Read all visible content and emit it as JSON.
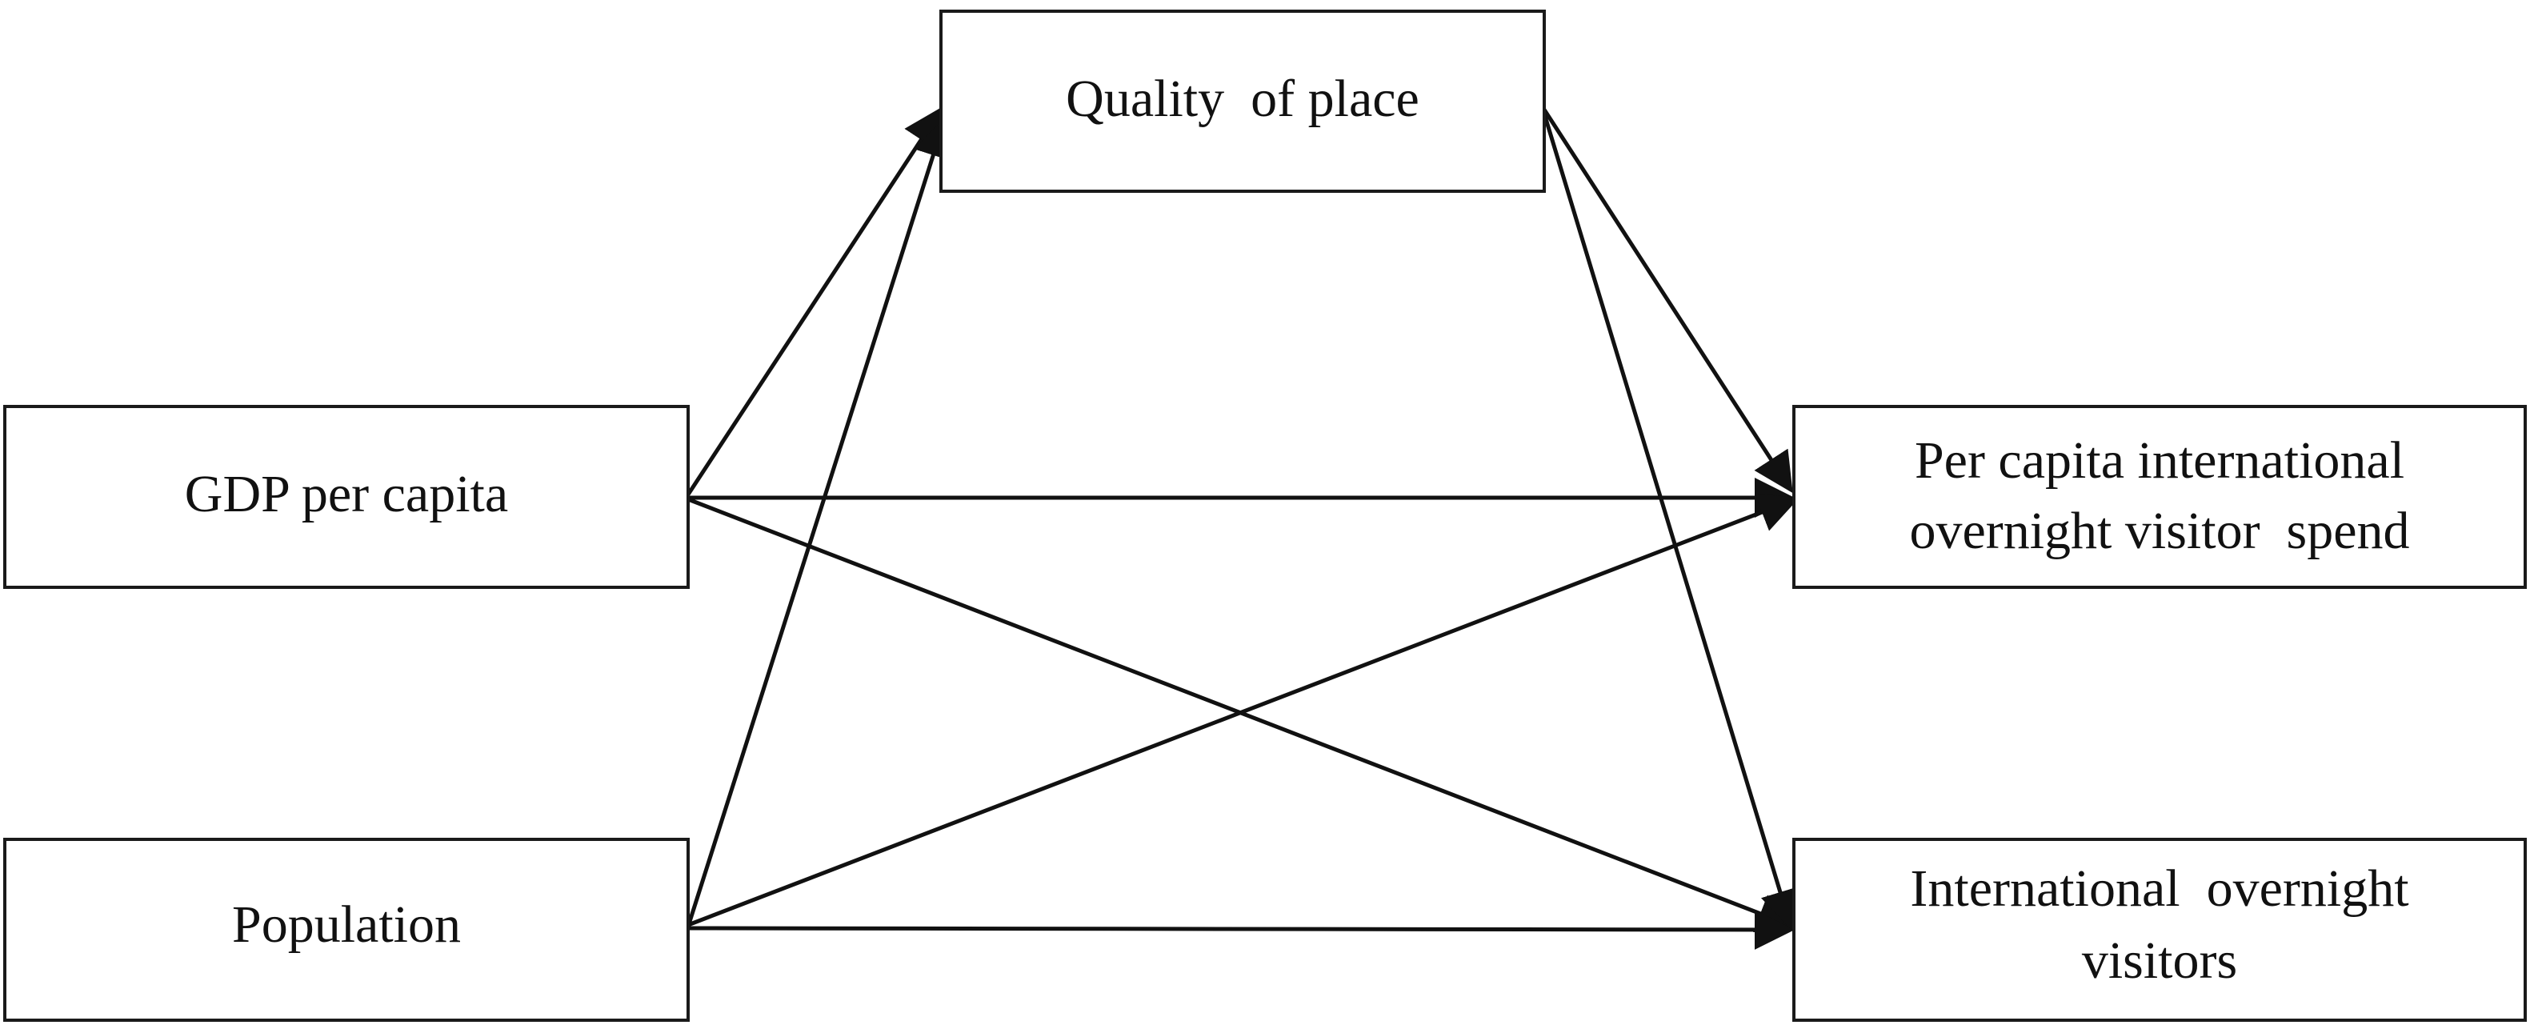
{
  "diagram": {
    "nodes": {
      "quality": {
        "line1": "Quality  of place"
      },
      "gdp": {
        "line1": "GDP per capita"
      },
      "population": {
        "line1": "Population"
      },
      "spend": {
        "line1": "Per capita international",
        "line2": "overnight visitor  spend"
      },
      "visitors": {
        "line1": "International  overnight",
        "line2": "visitors"
      }
    },
    "edges": [
      {
        "from": "GDP per capita",
        "to": "Quality  of place"
      },
      {
        "from": "GDP per capita",
        "to": "Per capita international overnight visitor  spend"
      },
      {
        "from": "GDP per capita",
        "to": "International  overnight visitors"
      },
      {
        "from": "Population",
        "to": "Quality  of place"
      },
      {
        "from": "Population",
        "to": "Per capita international overnight visitor  spend"
      },
      {
        "from": "Population",
        "to": "International  overnight visitors"
      },
      {
        "from": "Quality  of place",
        "to": "Per capita international overnight visitor  spend"
      },
      {
        "from": "Quality  of place",
        "to": "International  overnight visitors"
      }
    ]
  }
}
